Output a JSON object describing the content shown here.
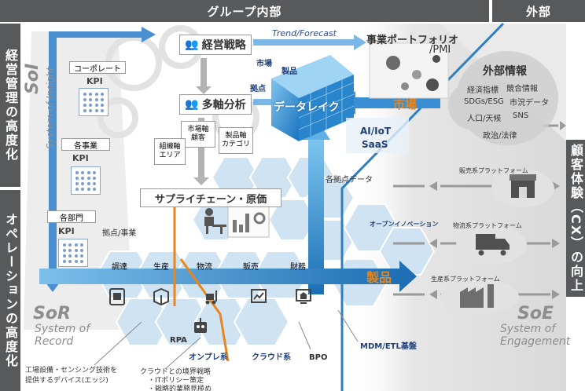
{
  "header": {
    "internal": "グループ内部",
    "external": "外部"
  },
  "left_labels": {
    "management": "経営管理の高度化",
    "operation": "オペレーションの高度化"
  },
  "right_label": "顧客体験（CX）の向上",
  "sections": {
    "soi": {
      "abbr": "SoI",
      "full": "System of Insight"
    },
    "sor": {
      "abbr": "SoR",
      "full_line1": "System of",
      "full_line2": "Record"
    },
    "soe": {
      "abbr": "SoE",
      "full_line1": "System of",
      "full_line2": "Engagement"
    }
  },
  "levels": {
    "corporate": "コーポレート",
    "business": "各事業",
    "department": "各部門",
    "kpi": "KPI"
  },
  "center": {
    "management_strategy": "経営戦略",
    "multi_axis": "多軸分析",
    "trend": "Trend/Forecast",
    "portfolio_line1": "事業ポートフォリオ",
    "portfolio_line2": "/PMI",
    "axis_market": "市場",
    "axis_product": "製品",
    "axis_base": "拠点",
    "data_lake": "データレイク",
    "market_arrow": "市場",
    "ai_iot": "AI/IoT",
    "saas": "SaaS",
    "org_axis": "組織軸",
    "area": "エリア",
    "market_axis": "市場軸",
    "customer": "顧客",
    "product_axis": "製品軸",
    "category": "カテゴリ",
    "supply_chain": "サプライチェーン・原価",
    "base_business": "拠点/事業",
    "base_data": "各拠点データ",
    "product_arrow": "製品"
  },
  "processes": [
    "調達",
    "生産",
    "物流",
    "販売",
    "財務"
  ],
  "bottom": {
    "rpa": "RPA",
    "onprem": "オンプレ系",
    "cloud": "クラウド系",
    "bpo": "BPO",
    "mdm": "MDM/ETL基盤",
    "factory_line1": "工場設備・センシング技術を",
    "factory_line2": "提供するデバイス(エッジ)",
    "boundary_title": "クラウドとの境界戦略",
    "boundary_item1": "・ITポリシー策定",
    "boundary_item2": "・戦略的業務見極め"
  },
  "external_info": {
    "title": "外部情報",
    "items": [
      "経済指標",
      "競合情報",
      "SDGs/ESG",
      "市況データ",
      "人口/天候",
      "SNS",
      "政治/法律"
    ]
  },
  "platforms": {
    "sales": "販売系プラットフォーム",
    "logistics": "物流系プラットフォーム",
    "production": "生産系プラットフォーム"
  },
  "open_innovation": "オープンイノベーション",
  "colors": {
    "dark_bar": "#58595b",
    "blue": "#2f7fc1",
    "light_blue": "#cfe3f3",
    "orange": "#e8861d",
    "navy": "#1f3f7a"
  }
}
